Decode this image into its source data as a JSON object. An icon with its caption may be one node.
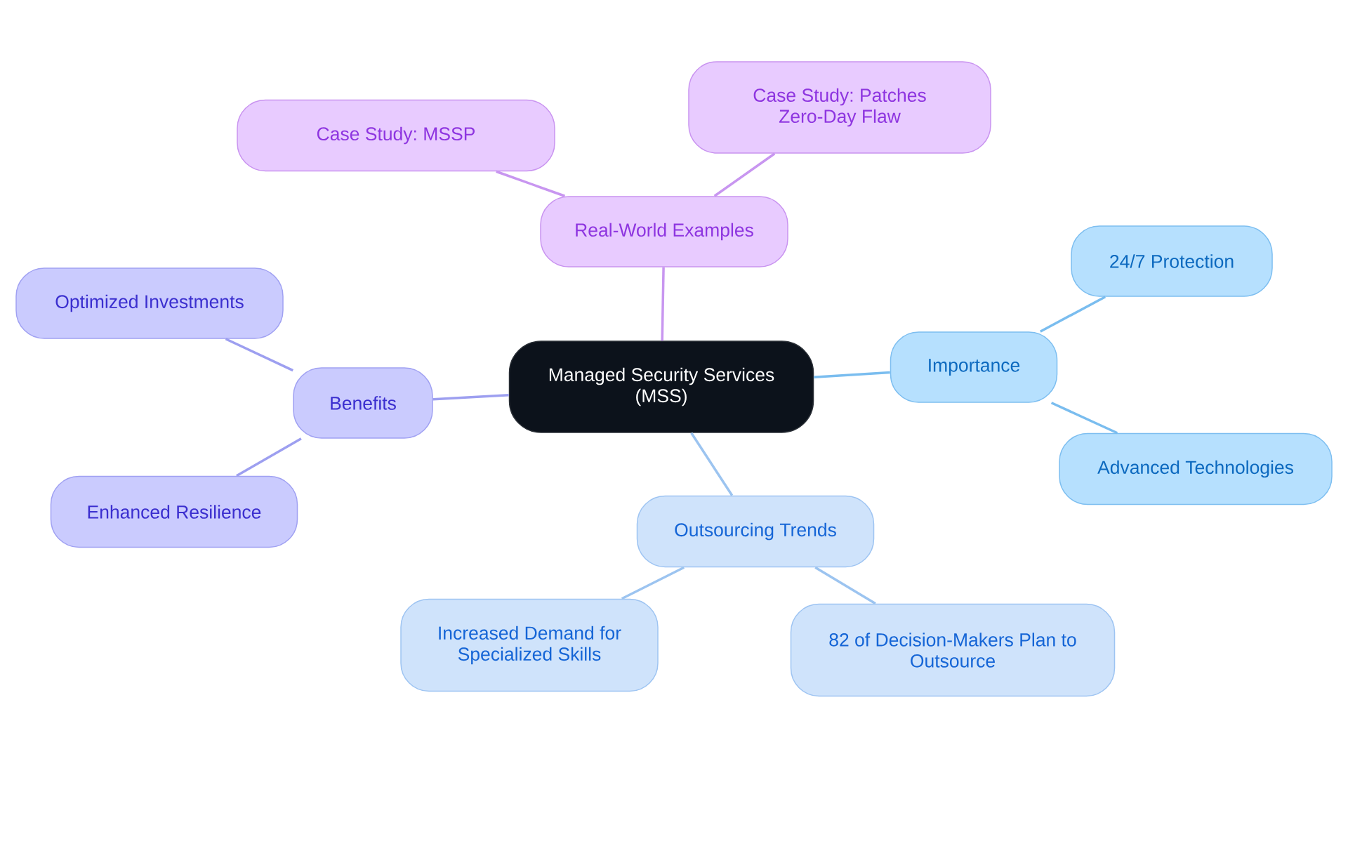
{
  "diagram": {
    "nodes": [
      {
        "text": [
          "Managed Security Services (MSS)"
        ]
      },
      {
        "text": [
          "Real-World Examples"
        ]
      },
      {
        "text": [
          "Case Study: MSSP"
        ]
      },
      {
        "text": [
          "Case Study: Patches Zero-Day Flaw"
        ]
      },
      {
        "text": [
          "Importance"
        ]
      },
      {
        "text": [
          "24/7 Protection"
        ]
      },
      {
        "text": [
          "Advanced Technologies"
        ]
      },
      {
        "text": [
          "Outsourcing Trends"
        ]
      },
      {
        "text": [
          "Increased Demand for Specialized Skills"
        ]
      },
      {
        "text": [
          "82 of Decision-Makers Plan to Outsource"
        ]
      },
      {
        "text": [
          "Benefits"
        ]
      },
      {
        "text": [
          "Optimized Investments"
        ]
      },
      {
        "text": [
          "Enhanced Resilience"
        ]
      }
    ],
    "edges": [
      {
        "from": 0,
        "to": 1,
        "arrow": "none",
        "color": "#c896f0"
      },
      {
        "from": 1,
        "to": 2,
        "arrow": "none",
        "color": "#c896f0"
      },
      {
        "from": 1,
        "to": 3,
        "arrow": "none",
        "color": "#c896f0"
      },
      {
        "from": 0,
        "to": 4,
        "arrow": "none",
        "color": "#7abdef"
      },
      {
        "from": 4,
        "to": 5,
        "arrow": "none",
        "color": "#7abdef"
      },
      {
        "from": 4,
        "to": 6,
        "arrow": "none",
        "color": "#7abdef"
      },
      {
        "from": 0,
        "to": 7,
        "arrow": "none",
        "color": "#9cc4f0"
      },
      {
        "from": 7,
        "to": 8,
        "arrow": "none",
        "color": "#9cc4f0"
      },
      {
        "from": 7,
        "to": 9,
        "arrow": "none",
        "color": "#9cc4f0"
      },
      {
        "from": 0,
        "to": 10,
        "arrow": "none",
        "color": "#9d9ff0"
      },
      {
        "from": 10,
        "to": 11,
        "arrow": "none",
        "color": "#9d9ff0"
      },
      {
        "from": 10,
        "to": 12,
        "arrow": "none",
        "color": "#9d9ff0"
      }
    ]
  }
}
